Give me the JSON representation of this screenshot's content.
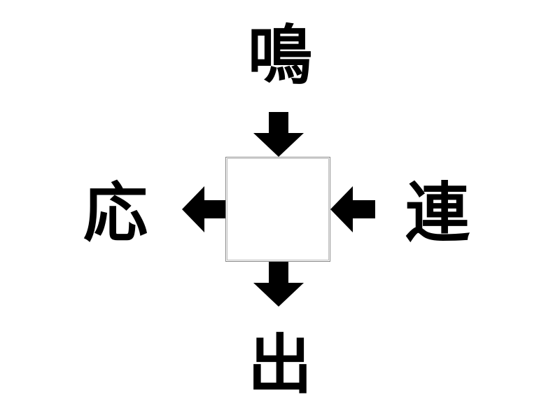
{
  "puzzle": {
    "top_kanji": "鳴",
    "left_kanji": "応",
    "right_kanji": "連",
    "bottom_kanji": "出",
    "answer": ""
  },
  "colors": {
    "text": "#000000",
    "arrow": "#000000",
    "box_border": "#888888",
    "background": "#ffffff"
  },
  "icons": {
    "arrows": [
      "arrow-down-icon",
      "arrow-left-icon",
      "arrow-right-icon"
    ]
  }
}
